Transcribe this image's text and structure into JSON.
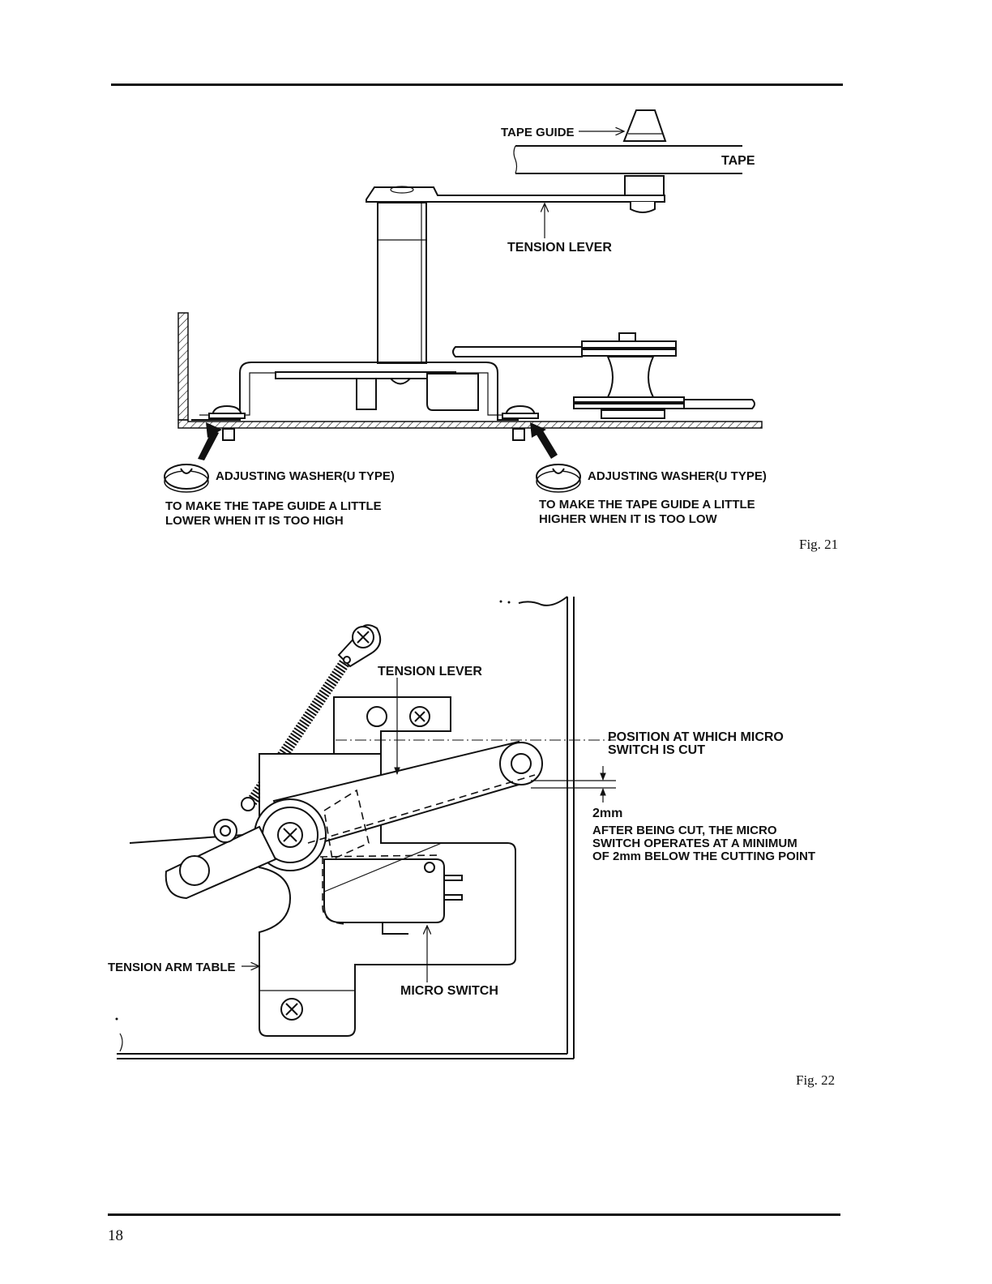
{
  "fig21": {
    "caption": "Fig. 21",
    "labels": {
      "tape_guide": "TAPE GUIDE",
      "tape": "TAPE",
      "tension_lever": "TENSION LEVER",
      "washer_left": "ADJUSTING WASHER(U TYPE)",
      "washer_right": "ADJUSTING WASHER(U TYPE)",
      "note_left_1": "TO MAKE THE TAPE GUIDE A LITTLE",
      "note_left_2": "LOWER WHEN IT IS TOO HIGH",
      "note_right_1": "TO MAKE THE TAPE GUIDE A LITTLE",
      "note_right_2": "HIGHER WHEN IT IS TOO LOW"
    }
  },
  "fig22": {
    "caption": "Fig. 22",
    "labels": {
      "tension_lever": "TENSION LEVER",
      "position_1": "POSITION AT WHICH MICRO",
      "position_2": "SWITCH IS CUT",
      "dimension": "2mm",
      "after_1": "AFTER BEING CUT, THE MICRO",
      "after_2": "SWITCH OPERATES AT A MINIMUM",
      "after_3": "OF 2mm BELOW THE CUTTING POINT",
      "tension_arm_table": "TENSION ARM TABLE",
      "micro_switch": "MICRO SWITCH"
    }
  },
  "footer": {
    "page_number": "18"
  }
}
